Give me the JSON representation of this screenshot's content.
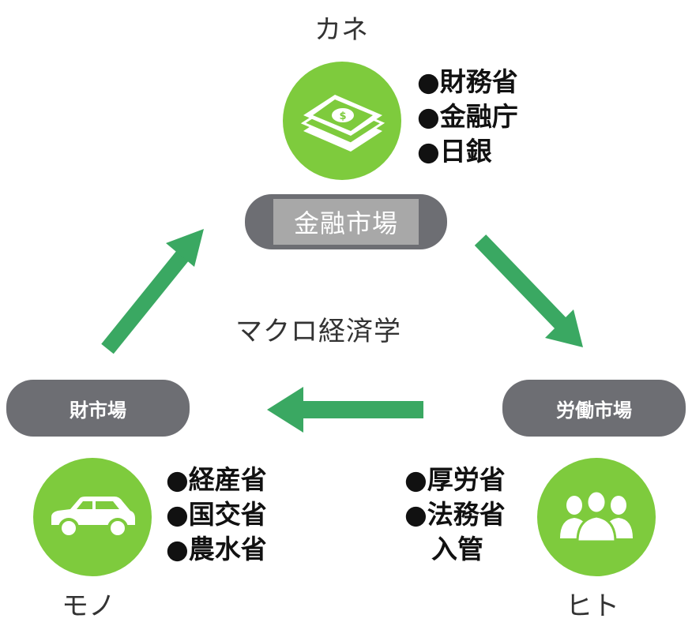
{
  "colors": {
    "green": "#7ecb3d",
    "arrow": "#3aa862",
    "pill": "#6d6e73",
    "pill_inner": "#a8a8a8",
    "icon_white": "#ffffff"
  },
  "nodes": {
    "money": {
      "label": "カネ",
      "icon": "money-stack-icon",
      "ministries": [
        "●財務省",
        "●金融庁",
        "●日銀"
      ]
    },
    "goods": {
      "label": "モノ",
      "icon": "car-icon",
      "ministries": [
        "●経産省",
        "●国交省",
        "●農水省"
      ]
    },
    "people": {
      "label": "ヒト",
      "icon": "people-icon",
      "ministries": [
        "●厚労省",
        "●法務省",
        "入管"
      ]
    }
  },
  "markets": {
    "financial": "金融市場",
    "goods": "財市場",
    "labor": "労働市場"
  },
  "center_title": "マクロ経済学"
}
